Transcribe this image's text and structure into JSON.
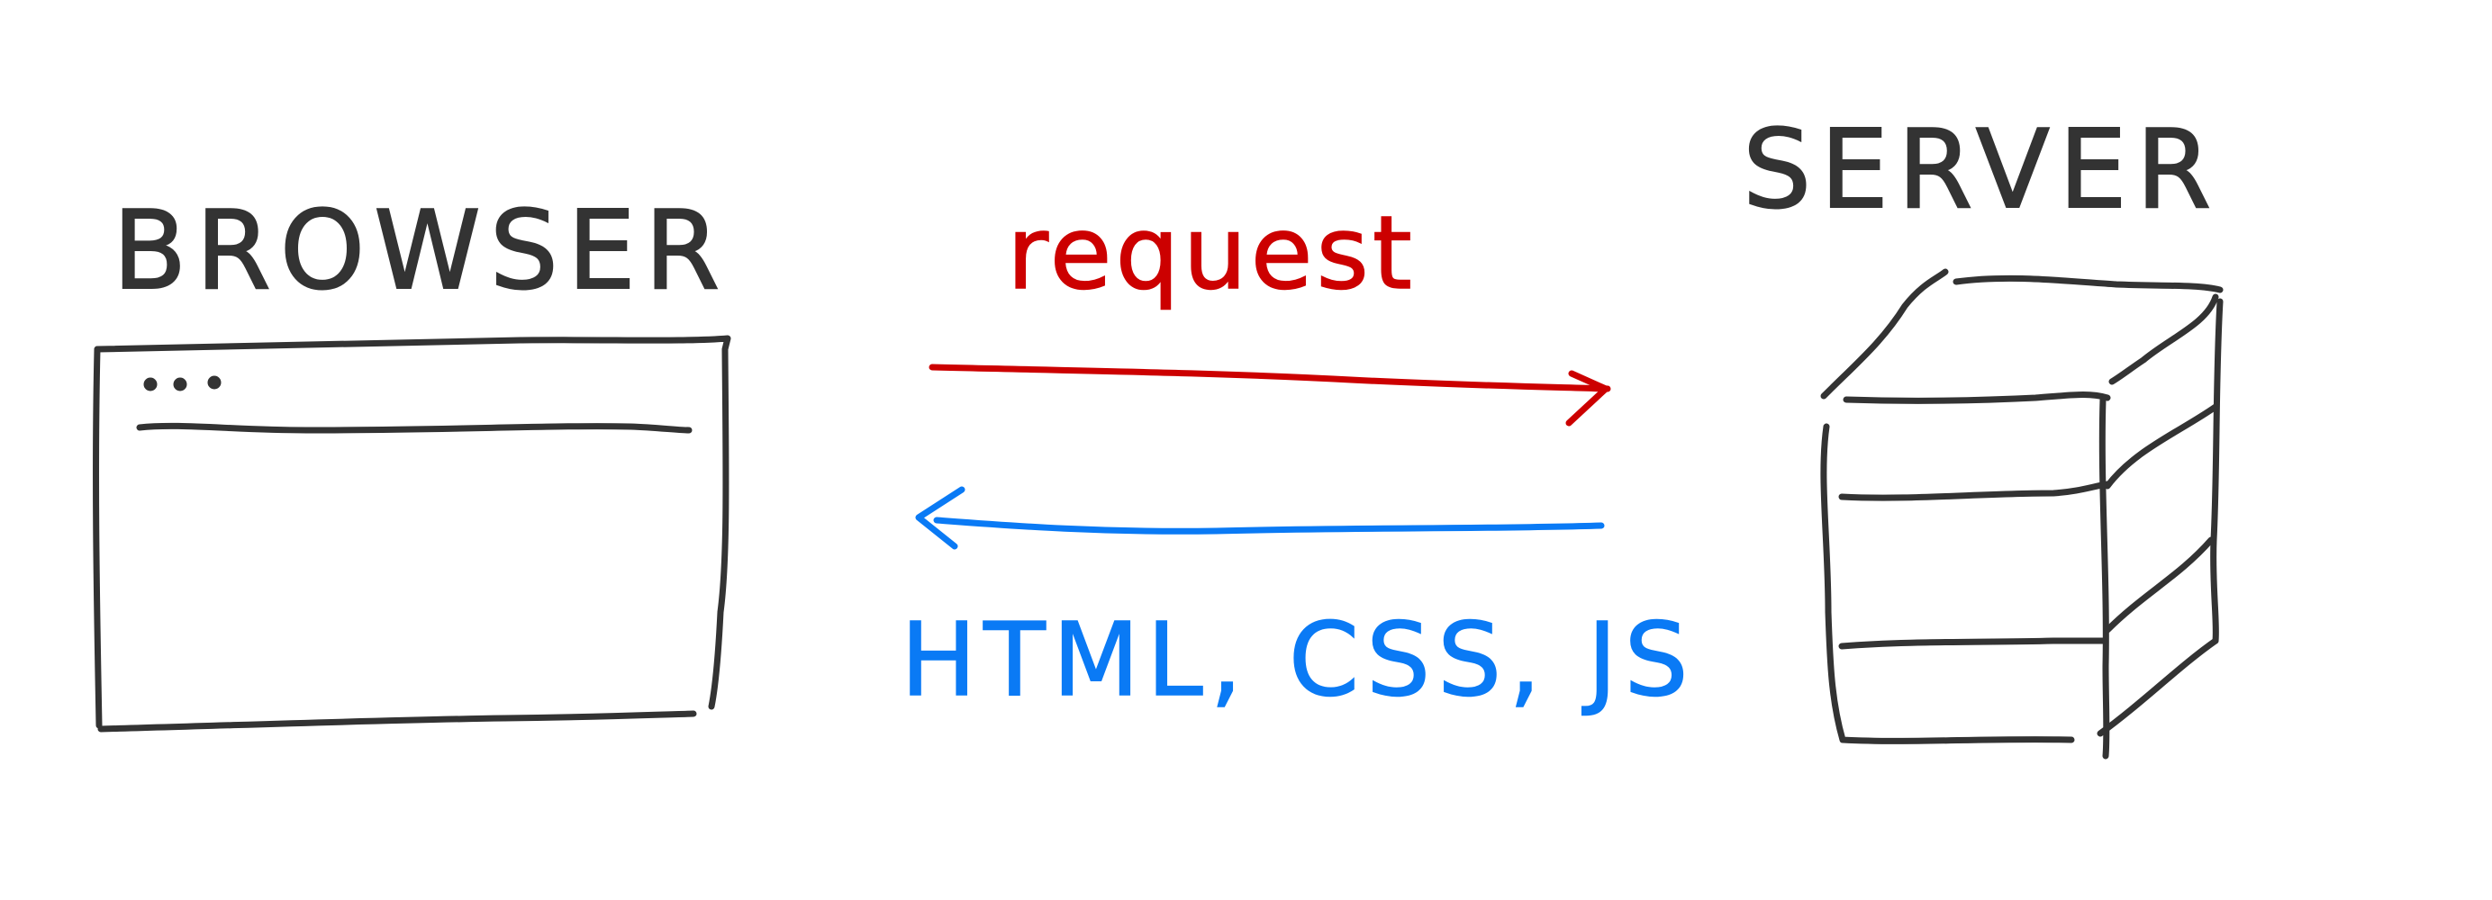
{
  "labels": {
    "browser": "BROWSER",
    "server": "SERVER",
    "request": "request",
    "response": "HTML, CSS, JS"
  },
  "colors": {
    "ink": "#333333",
    "request": "#CC0000",
    "response": "#0A7AF5",
    "background": "#FFFFFF"
  }
}
